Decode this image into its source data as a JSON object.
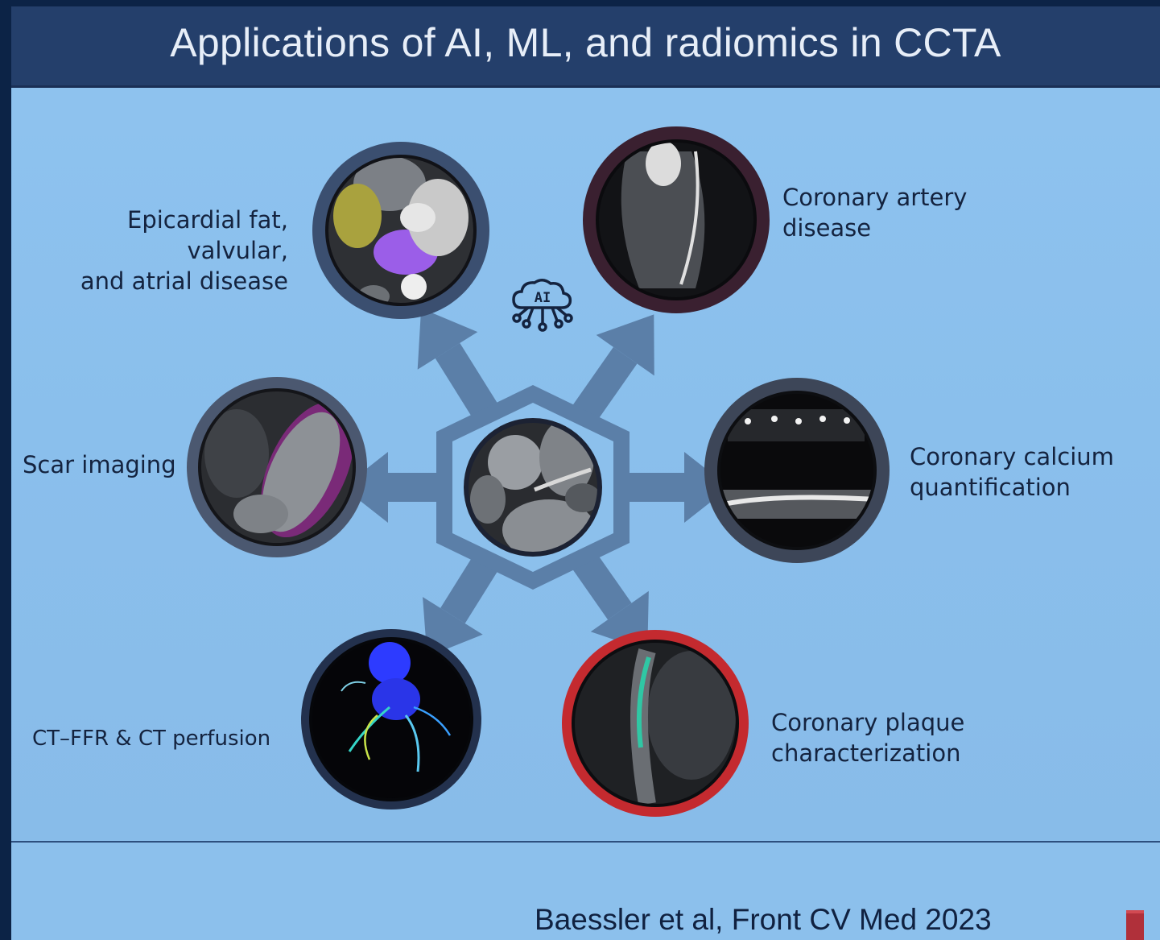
{
  "slide": {
    "title": "Applications of AI, ML, and radiomics in CCTA",
    "citation": "Baessler et al, Front CV Med 2023",
    "center_icon": {
      "name": "ai-cloud-circuit-icon",
      "text": "AI"
    }
  },
  "applications": [
    {
      "id": "epicardial",
      "label": "Epicardial fat, valvular,\nand atrial disease",
      "ring_color": "#3b4f70"
    },
    {
      "id": "cad",
      "label": "Coronary artery\ndisease",
      "ring_color": "#3a2030"
    },
    {
      "id": "scar",
      "label": "Scar imaging",
      "ring_color": "#4b5870"
    },
    {
      "id": "calcium",
      "label": "Coronary calcium\nquantification",
      "ring_color": "#3d4658"
    },
    {
      "id": "ctffr",
      "label": "CT–FFR & CT perfusion",
      "ring_color": "#23314d"
    },
    {
      "id": "plaque",
      "label": "Coronary plaque\ncharacterization",
      "ring_color": "#c42a2f"
    }
  ],
  "colors": {
    "background": "#8cc0ec",
    "title_bar": "#243f6b",
    "arrows": "#5b7fa8",
    "text": "#14233f"
  }
}
